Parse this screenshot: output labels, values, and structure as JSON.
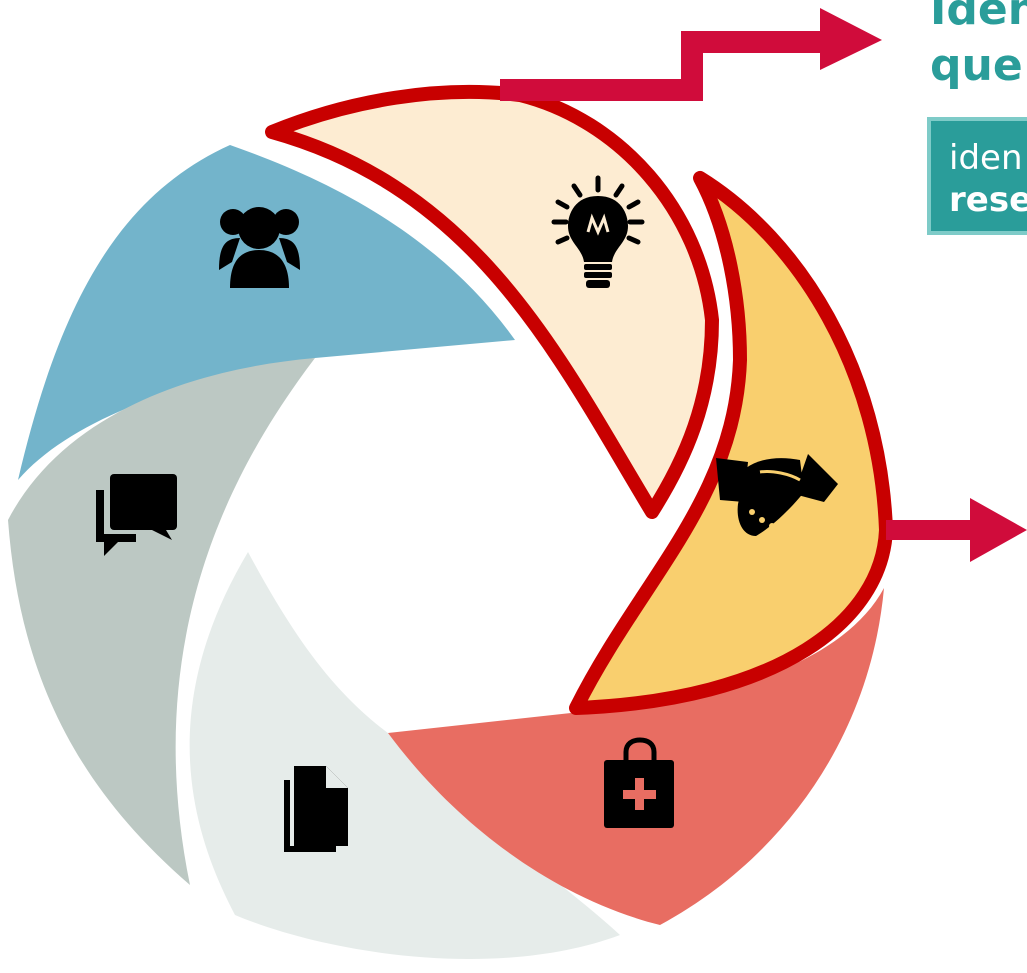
{
  "callout": {
    "heading_line1": "Iden",
    "heading_line2": "que",
    "text_line1": "iden",
    "text_line2": "rese"
  },
  "segments": [
    {
      "name": "ideas",
      "icon": "lightbulb-icon",
      "color": "#fdecd2",
      "highlighted": true
    },
    {
      "name": "partnership",
      "icon": "handshake-icon",
      "color": "#f9cf6e",
      "highlighted": true
    },
    {
      "name": "medical-bag",
      "icon": "medical-bag-icon",
      "color": "#e86d62",
      "highlighted": false
    },
    {
      "name": "documents",
      "icon": "document-icon",
      "color": "#e6ecea",
      "highlighted": false
    },
    {
      "name": "discussion",
      "icon": "chat-icon",
      "color": "#bcc8c3",
      "highlighted": false
    },
    {
      "name": "people",
      "icon": "users-icon",
      "color": "#73b4cb",
      "highlighted": false
    }
  ],
  "colors": {
    "highlight_stroke": "#c80000",
    "arrow": "#d00c3b",
    "callout_bg": "#2a9d9a",
    "callout_text": "#2a9d9a"
  }
}
